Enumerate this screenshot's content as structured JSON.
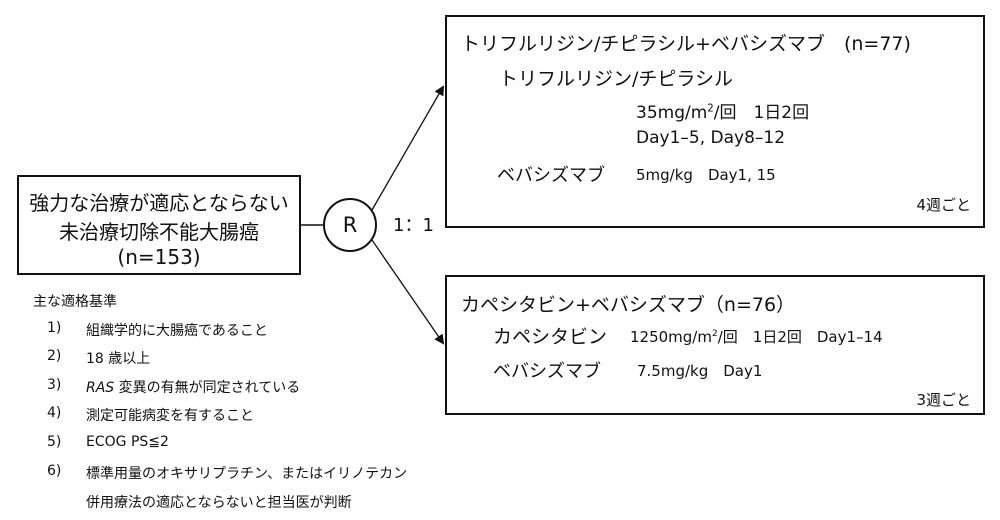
{
  "patient": {
    "line1": "強力な治療が適応とならない",
    "line2": "未治療切除不能大腸癌",
    "line3": "(n=153)"
  },
  "randomization": {
    "label": "R",
    "ratio": "1：1"
  },
  "arm1": {
    "title": "トリフルリジン/チピラシル+ベバシズマブ　(n=77)",
    "drug1_name": "トリフルリジン/チピラシル",
    "drug1_dose_prefix": "35mg/m",
    "drug1_dose_sup": "2",
    "drug1_dose_suffix": "/回　1日2回",
    "drug1_schedule": "Day1–5, Day8–12",
    "drug2_name": "ベバシズマブ",
    "drug2_dose": "5mg/kg　Day1, 15",
    "cycle": "4週ごと"
  },
  "arm2": {
    "title": "カペシタビン+ベバシズマブ（n=76）",
    "drug1_name": "カペシタビン",
    "drug1_dose_prefix": "1250mg/m",
    "drug1_dose_sup": "2",
    "drug1_dose_suffix": "/回　1日2回　Day1–14",
    "drug2_name": "ベバシズマブ",
    "drug2_dose": "7.5mg/kg　Day1",
    "cycle": "3週ごと"
  },
  "criteria": {
    "heading": "主な適格基準",
    "items": [
      {
        "num": "1)",
        "text": "組織学的に大腸癌であること"
      },
      {
        "num": "2)",
        "text": "18 歳以上"
      },
      {
        "num": "3)",
        "italic": "RAS",
        "text": " 変異の有無が同定されている"
      },
      {
        "num": "4)",
        "text": "測定可能病変を有すること"
      },
      {
        "num": "5)",
        "text": "ECOG PS≦2"
      },
      {
        "num": "6)",
        "text": "標準用量のオキサリプラチン、またはイリノテカン"
      }
    ],
    "continuation": "併用療法の適応とならないと担当医が判断"
  }
}
